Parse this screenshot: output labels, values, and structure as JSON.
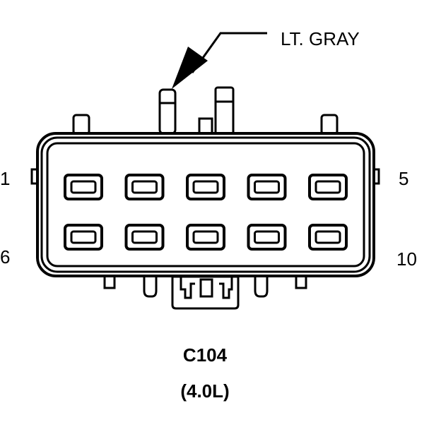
{
  "diagram": {
    "wire_color_callout": "LT. GRAY",
    "pin_labels": {
      "top_left": "1",
      "top_right": "5",
      "bottom_left": "6",
      "bottom_right": "10"
    },
    "connector_id": "C104",
    "engine": "(4.0L)",
    "cavity_rows": 2,
    "cavities_per_row": 5,
    "colors": {
      "line": "#000000",
      "background": "#ffffff"
    }
  }
}
